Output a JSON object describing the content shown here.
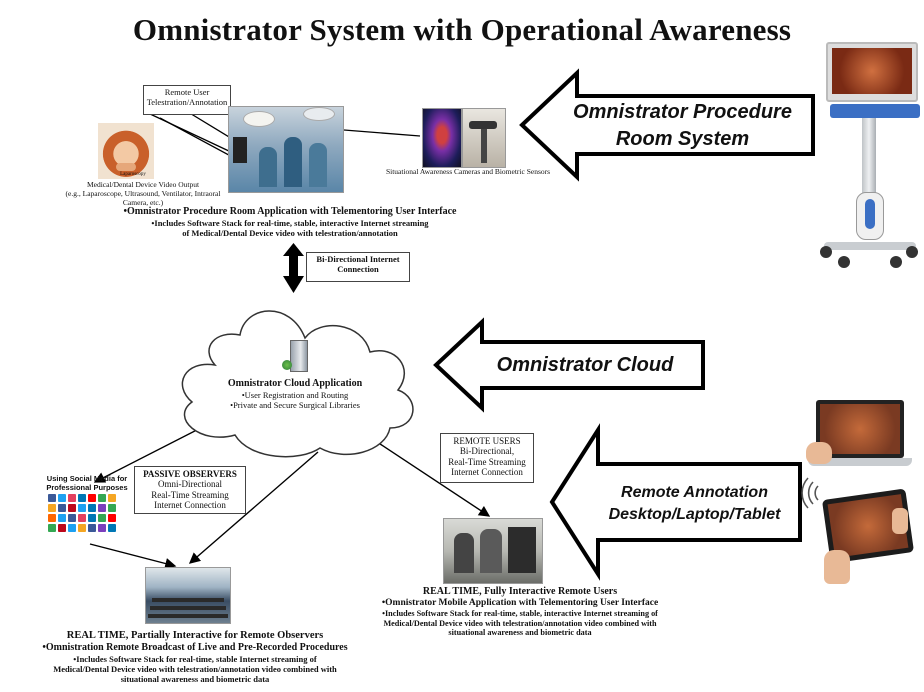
{
  "title": "Omnistrator System with Operational Awareness",
  "procedure_room": {
    "remote_user_box": [
      "Remote User",
      "Telestration/Annotation"
    ],
    "device_caption": [
      "Medical/Dental Device Video Output",
      "(e.g., Laparoscope, Ultrasound, Ventilator, Intraoral Camera, etc.)"
    ],
    "device_image_label": "Laparoscopy",
    "sensors_caption": "Situational Awareness Cameras and Biometric Sensors",
    "app_lines": [
      "•Omnistrator Procedure Room Application with Telementoring User Interface",
      "•Includes Software Stack for real-time, stable, interactive Internet streaming",
      "of Medical/Dental Device video with telestration/annotation"
    ]
  },
  "connection_box": [
    "Bi-Directional Internet",
    "Connection"
  ],
  "cloud": {
    "title": "Omnistrator Cloud Application",
    "items": [
      "•User Registration and Routing",
      "•Private and Secure Surgical Libraries"
    ]
  },
  "social": [
    "Using Social Media for",
    "Professional Purposes"
  ],
  "passive_box": {
    "title": "PASSIVE OBSERVERS",
    "lines": [
      "Omni-Directional",
      "Real-Time Streaming",
      "Internet Connection"
    ]
  },
  "remote_box": {
    "title": "REMOTE USERS",
    "lines": [
      "Bi-Directional,",
      "Real-Time Streaming",
      "Internet Connection"
    ]
  },
  "broadcast_caption": {
    "heading": "REAL TIME, Partially Interactive for Remote Observers",
    "sub": "•Omnistration Remote Broadcast of Live and Pre-Recorded Procedures",
    "lines": [
      "•Includes Software Stack for real-time, stable Internet streaming of",
      "Medical/Dental Device video with telestration/annotation video combined with",
      "situational awareness and biometric data"
    ]
  },
  "mobile_caption": {
    "heading": "REAL TIME, Fully Interactive Remote Users",
    "sub": "•Omnistrator Mobile Application with Telementoring User Interface",
    "lines": [
      "•Includes Software Stack for real-time, stable, interactive Internet streaming of",
      "Medical/Dental Device video with telestration/annotation video combined with",
      "situational awareness and biometric data"
    ]
  },
  "big_arrows": {
    "procedure": [
      "Omnistrator Procedure",
      "Room System"
    ],
    "cloud": "Omnistrator Cloud",
    "remote": [
      "Remote Annotation",
      "Desktop/Laptop/Tablet"
    ]
  },
  "colors": {
    "or_scene": "#5a86a8",
    "device_video": "#c9602a",
    "sensor_face": "#7a2fa6",
    "cart_blue": "#3b6fc4",
    "laptop_screen": "#7a3a22"
  },
  "icons": [
    "server-icon",
    "social-media-icons-grid",
    "big-left-arrow"
  ]
}
